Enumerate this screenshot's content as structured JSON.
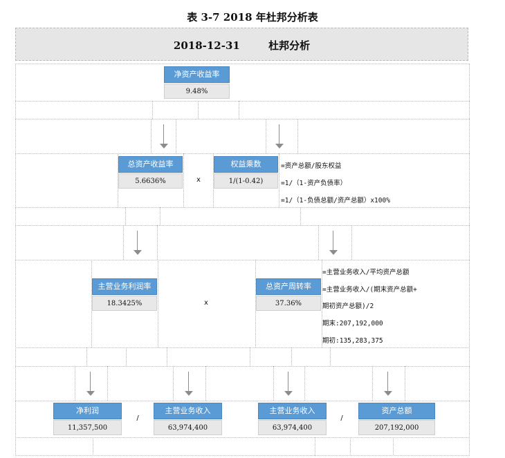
{
  "caption": "表 3-7  2018 年杜邦分析表",
  "header": {
    "date": "2018-12-31",
    "label": "杜邦分析"
  },
  "roe": {
    "title": "净资产收益率",
    "value": "9.48%"
  },
  "roa": {
    "title": "总资产收益率",
    "value": "5.6636%"
  },
  "equity_multiplier": {
    "title": "权益乘数",
    "value": "1/(1-0.42)",
    "notes": [
      "=资产总额/股东权益",
      "=1/（1-资产负债率）",
      "=1/（1-负债总额/资产总额）x100%"
    ]
  },
  "npm": {
    "title": "主营业务利润率",
    "value": "18.3425%"
  },
  "tat": {
    "title": "总资产周转率",
    "value": "37.36%",
    "notes": [
      "=主营业务收入/平均资产总额",
      "=主营业务收入/(期末资产总额+",
      "期初资产总额)/2",
      "期末:207,192,000",
      "期初:135,283,375"
    ]
  },
  "net_profit": {
    "title": "净利润",
    "value": "11,357,500"
  },
  "revenue_a": {
    "title": "主营业务收入",
    "value": "63,974,400"
  },
  "revenue_b": {
    "title": "主营业务收入",
    "value": "63,974,400"
  },
  "total_assets": {
    "title": "资产总额",
    "value": "207,192,000"
  },
  "operators": {
    "times1": "x",
    "times2": "x",
    "div1": "/",
    "div2": "/"
  }
}
